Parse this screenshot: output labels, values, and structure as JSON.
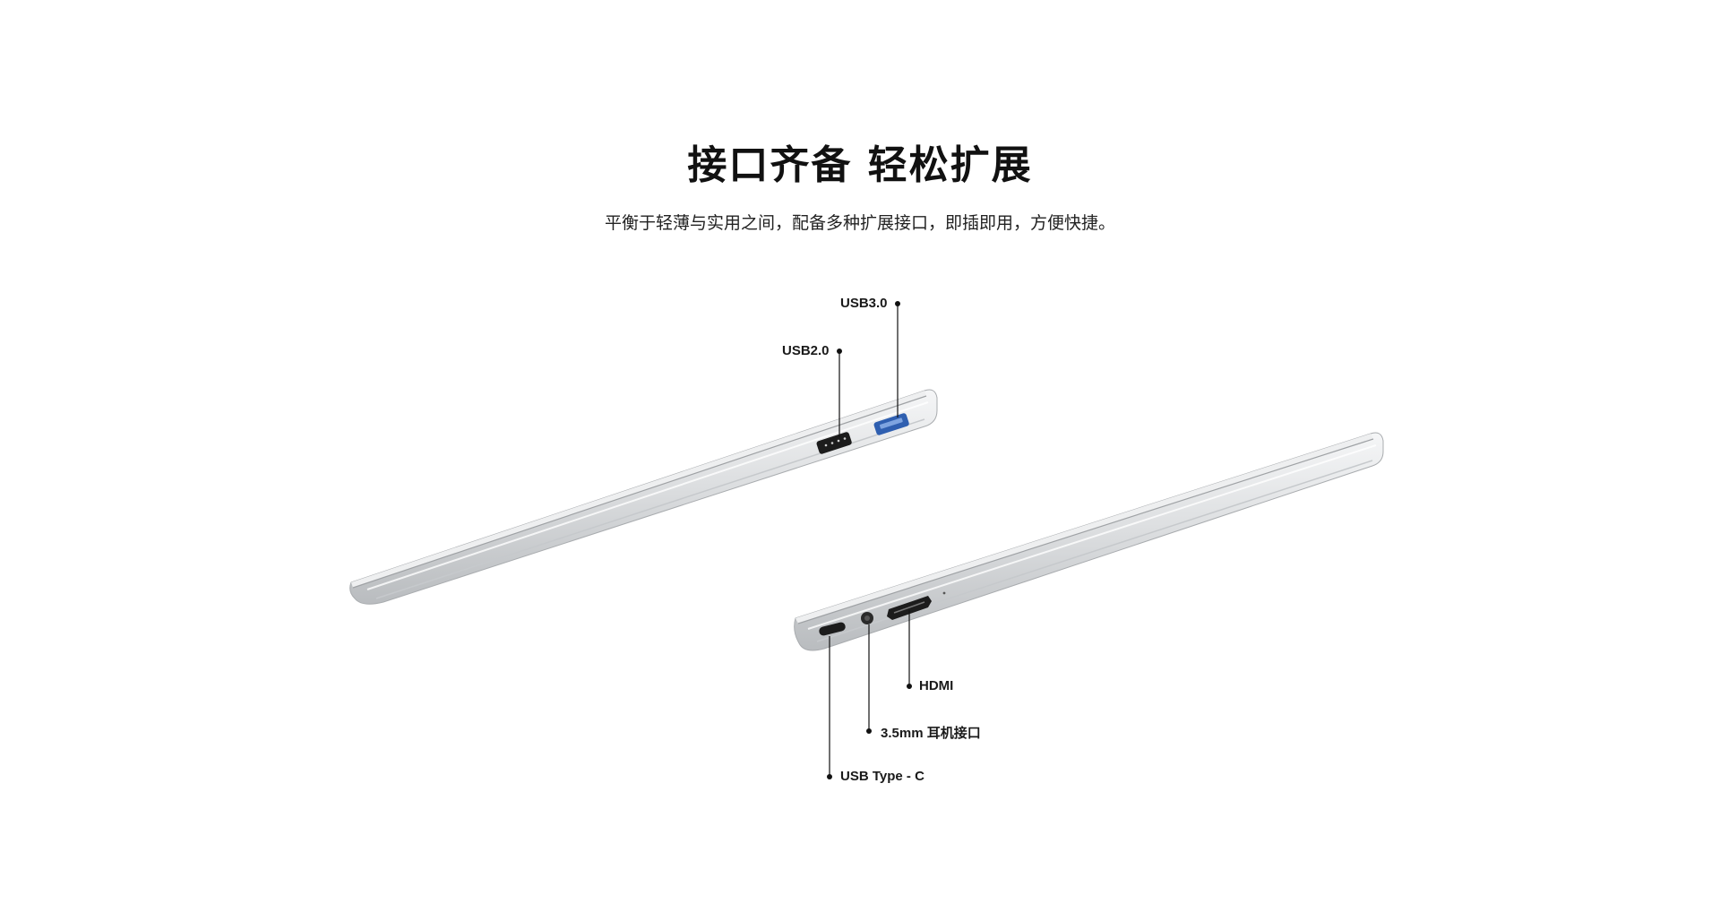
{
  "section": {
    "title": "接口齐备  轻松扩展",
    "subtitle": "平衡于轻薄与实用之间，配备多种扩展接口，即插即用，方便快捷。"
  },
  "ports": {
    "usb30": "USB3.0",
    "usb20": "USB2.0",
    "hdmi": "HDMI",
    "audio": "3.5mm 耳机接口",
    "usbc": "USB Type - C"
  },
  "colors": {
    "usb30_port": "#2f5fb0",
    "chassis": "#d6d8da"
  }
}
